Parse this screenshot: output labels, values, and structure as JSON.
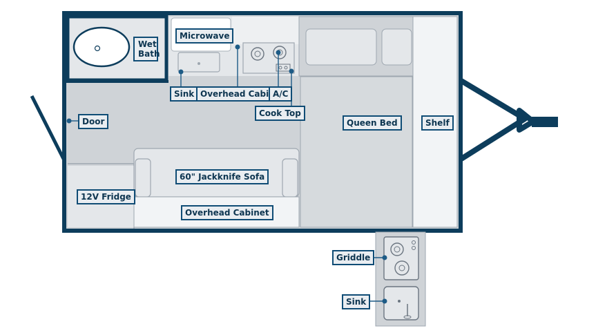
{
  "colors": {
    "wall": "#0d3d5c",
    "floor": "#cfd3d7",
    "cabinet": "#e4e7ea",
    "fixture": "#f2f4f6",
    "label_bg": "#e9edf1",
    "label_border": "#0f4c75",
    "leader": "#1d5b86"
  },
  "labels": {
    "wet_bath": "Wet Bath",
    "microwave": "Microwave",
    "sink": "Sink",
    "overhead_cabinet_top": "Overhead Cabinet",
    "ac": "A/C",
    "cook_top": "Cook Top",
    "door": "Door",
    "queen_bed": "Queen Bed",
    "shelf": "Shelf",
    "fridge": "12V Fridge",
    "sofa": "60\" Jackknife Sofa",
    "overhead_cabinet_bottom": "Overhead Cabinet",
    "griddle": "Griddle",
    "outdoor_sink": "Sink"
  }
}
